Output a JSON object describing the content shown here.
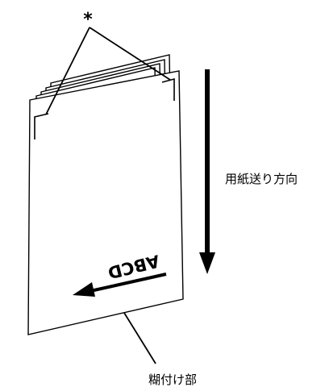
{
  "labels": {
    "asterisk": "*",
    "feed_direction": "用紙送り方向",
    "glued_edge": "糊付け部",
    "mirrored_text": "ABCD"
  }
}
